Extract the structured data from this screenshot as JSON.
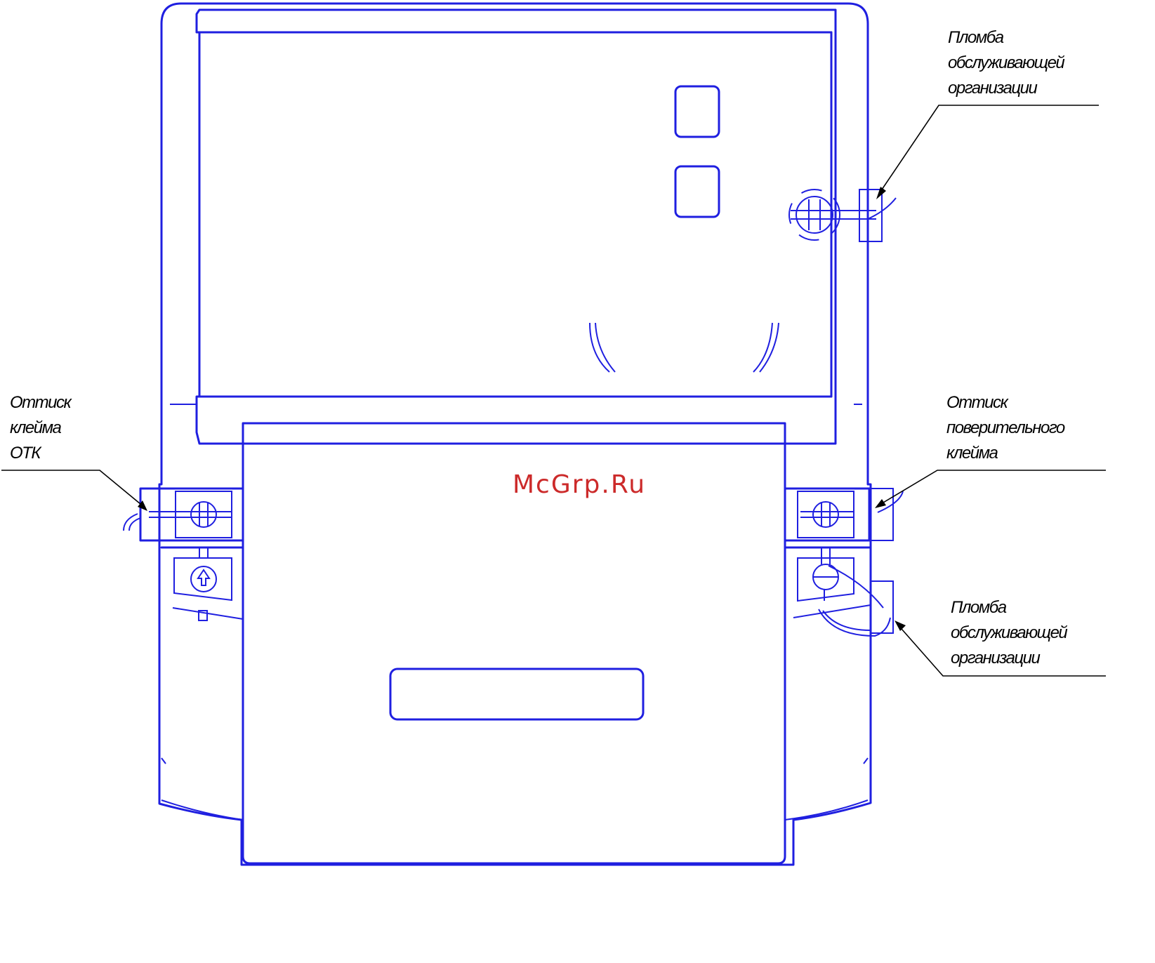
{
  "labels": {
    "seal_top": "Пломба\nобслуживающей\nорганизации",
    "imprint_otk": "Оттиск\nклейма\nОТК",
    "imprint_verification": "Оттиск\nповерительного\nклейма",
    "seal_bottom": "Пломба\nобслуживающей\nорганизации"
  },
  "watermark": {
    "text": "McGrp.Ru",
    "color": "#cc2a2a"
  },
  "colors": {
    "outline": "#1f1fe0",
    "leader": "#000000"
  }
}
